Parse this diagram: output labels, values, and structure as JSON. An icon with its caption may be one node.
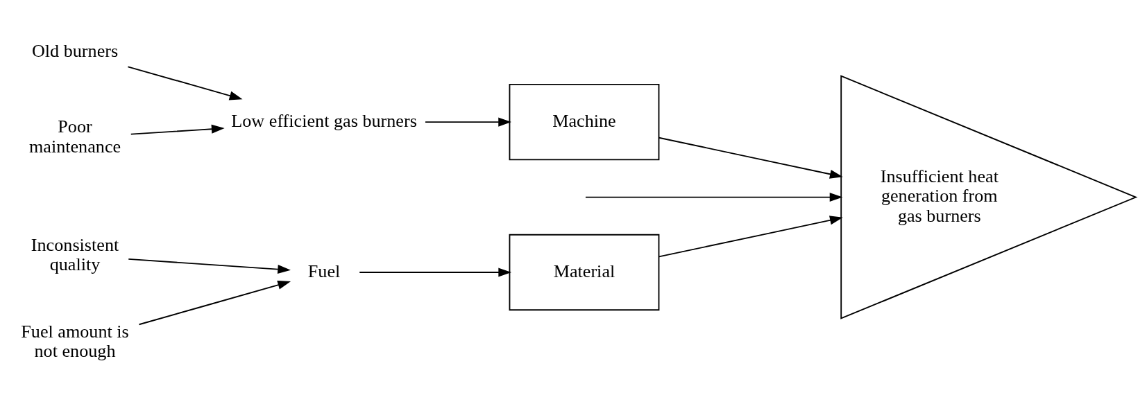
{
  "diagram": {
    "nodes": [
      {
        "text": [
          "Material"
        ]
      },
      {
        "text": [
          "Machine"
        ]
      },
      {
        "text": [
          "Inconsistent quality"
        ]
      },
      {
        "text": [
          "Fuel"
        ]
      },
      {
        "text": [
          "Fuel amount is not enough"
        ]
      },
      {
        "text": [
          "Low efficient gas burners"
        ]
      },
      {
        "text": [
          "Old burners"
        ]
      },
      {
        "text": [
          "Poor maintenance"
        ]
      },
      {
        "text": [
          "Insufficient heat generation from gas burners"
        ]
      }
    ],
    "edges": [
      {
        "from": null,
        "to": 8,
        "arrow": "to"
      },
      {
        "from": 0,
        "to": 8,
        "arrow": "to"
      },
      {
        "from": 1,
        "to": 8,
        "arrow": "to"
      },
      {
        "from": 3,
        "to": 0,
        "arrow": "to"
      },
      {
        "from": 2,
        "to": 3,
        "arrow": "to"
      },
      {
        "from": 4,
        "to": 3,
        "arrow": "to"
      },
      {
        "from": 5,
        "to": 1,
        "arrow": "to"
      },
      {
        "from": 6,
        "to": 5,
        "arrow": "to"
      },
      {
        "from": 7,
        "to": 5,
        "arrow": "to"
      }
    ]
  }
}
